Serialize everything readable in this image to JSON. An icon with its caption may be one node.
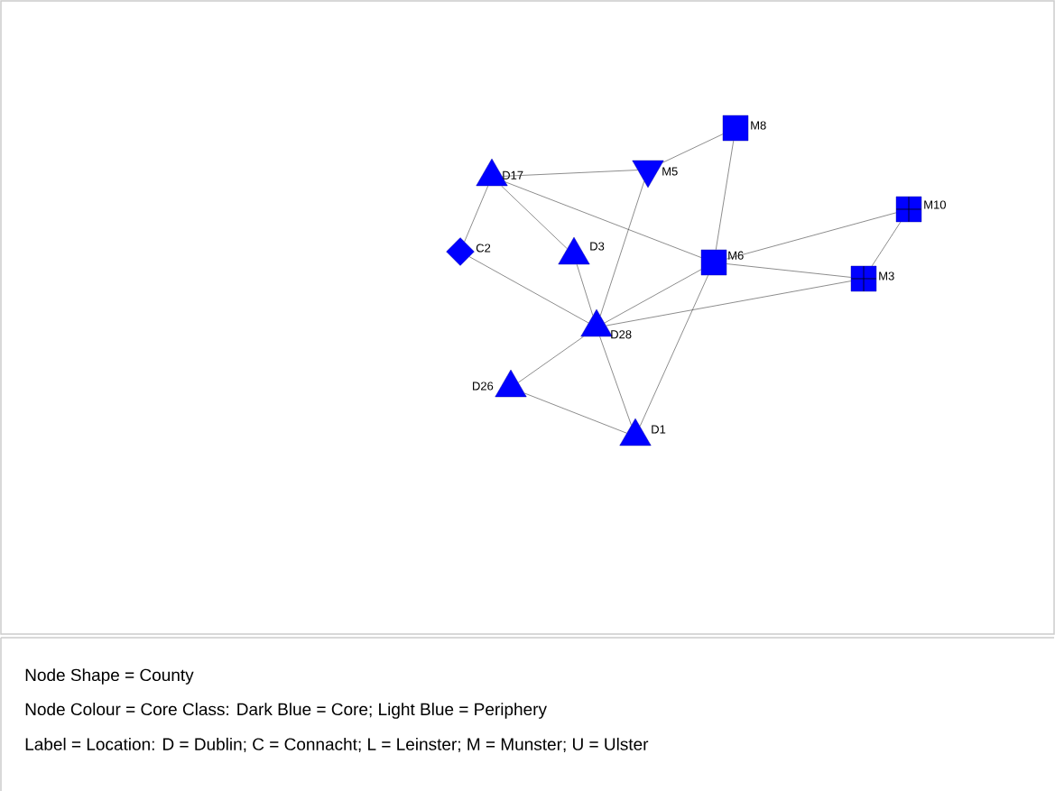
{
  "diagram": {
    "nodes": [
      {
        "text": [
          "D17"
        ]
      },
      {
        "text": [
          "M5"
        ]
      },
      {
        "text": [
          "M8"
        ]
      },
      {
        "text": [
          "C2"
        ]
      },
      {
        "text": [
          "D3"
        ]
      },
      {
        "text": [
          "M10"
        ]
      },
      {
        "text": [
          "M6"
        ]
      },
      {
        "text": [
          "M3"
        ]
      },
      {
        "text": [
          "D28"
        ]
      },
      {
        "text": [
          "D26"
        ]
      },
      {
        "text": [
          "D1"
        ]
      }
    ],
    "edges": [
      {
        "from": 0,
        "to": 1,
        "arrow": "none"
      },
      {
        "from": 1,
        "to": 2,
        "arrow": "none"
      },
      {
        "from": 2,
        "to": 6,
        "arrow": "none"
      },
      {
        "from": 0,
        "to": 3,
        "arrow": "none"
      },
      {
        "from": 0,
        "to": 4,
        "arrow": "none"
      },
      {
        "from": 0,
        "to": 6,
        "arrow": "none"
      },
      {
        "from": 3,
        "to": 8,
        "arrow": "none"
      },
      {
        "from": 4,
        "to": 8,
        "arrow": "none"
      },
      {
        "from": 1,
        "to": 8,
        "arrow": "none"
      },
      {
        "from": 6,
        "to": 8,
        "arrow": "none"
      },
      {
        "from": 6,
        "to": 5,
        "arrow": "none"
      },
      {
        "from": 6,
        "to": 7,
        "arrow": "none"
      },
      {
        "from": 5,
        "to": 7,
        "arrow": "none"
      },
      {
        "from": 8,
        "to": 7,
        "arrow": "none"
      },
      {
        "from": 8,
        "to": 9,
        "arrow": "none"
      },
      {
        "from": 8,
        "to": 10,
        "arrow": "none"
      },
      {
        "from": 9,
        "to": 10,
        "arrow": "none"
      },
      {
        "from": 6,
        "to": 10,
        "arrow": "none"
      }
    ],
    "labels": [
      "Node Shape = County",
      "Node Colour = Core Class: Dark Blue = Core; Light Blue = Periphery",
      "Label = Location: D = Dublin; C = Connacht; L = Leinster; M = Munster; U = Ulster"
    ]
  }
}
